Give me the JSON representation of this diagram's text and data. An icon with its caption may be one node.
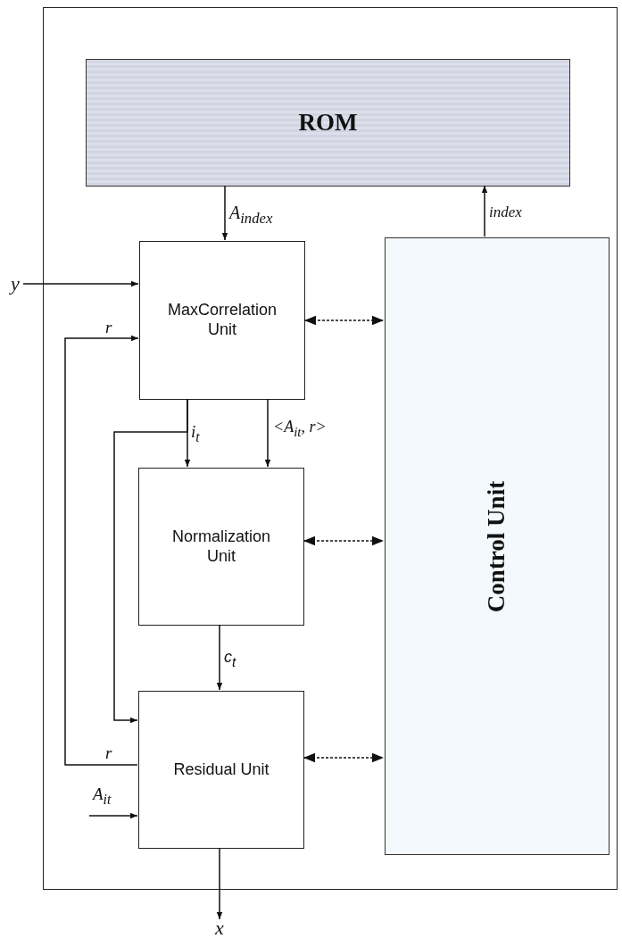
{
  "diagram": {
    "nodes": [
      {
        "text": [],
        "shape": "box"
      },
      {
        "text": [
          "ROM"
        ],
        "in": 0
      },
      {
        "text": [
          "MaxCorrelation Unit"
        ],
        "in": 0
      },
      {
        "text": [
          "Normalization Unit"
        ],
        "in": 0
      },
      {
        "text": [
          "Residual Unit"
        ],
        "in": 0
      },
      {
        "text": [
          "Control Unit"
        ],
        "in": 0
      },
      {
        "text": [
          "y"
        ]
      },
      {
        "text": [
          "x"
        ]
      }
    ],
    "edges": [
      {
        "from": 1,
        "to": 2,
        "arrow": "to",
        "label": "A$_{index}$"
      },
      {
        "from": 5,
        "to": 1,
        "arrow": "to",
        "label": "index"
      },
      {
        "from": 6,
        "to": 2,
        "arrow": "to"
      },
      {
        "from": 4,
        "to": 2,
        "arrow": "to",
        "label": "r"
      },
      {
        "from": 2,
        "to": 3,
        "arrow": "to",
        "label": "i$_{t}$"
      },
      {
        "from": 2,
        "to": 4,
        "arrow": "to"
      },
      {
        "from": 2,
        "to": 3,
        "arrow": "to",
        "label": "<A$_{it}$, r>"
      },
      {
        "from": 3,
        "to": 4,
        "arrow": "to",
        "label": "c$_{t}$"
      },
      {
        "from": null,
        "to": 4,
        "arrow": "to",
        "label": "A$_{it}$"
      },
      {
        "from": 4,
        "to": 7,
        "arrow": "to"
      },
      {
        "from": 2,
        "to": 5,
        "arrow": "both",
        "style": "dashed"
      },
      {
        "from": 3,
        "to": 5,
        "arrow": "both",
        "style": "dashed"
      },
      {
        "from": 4,
        "to": 5,
        "arrow": "both",
        "style": "dashed"
      }
    ],
    "labels": [
      "r"
    ]
  }
}
